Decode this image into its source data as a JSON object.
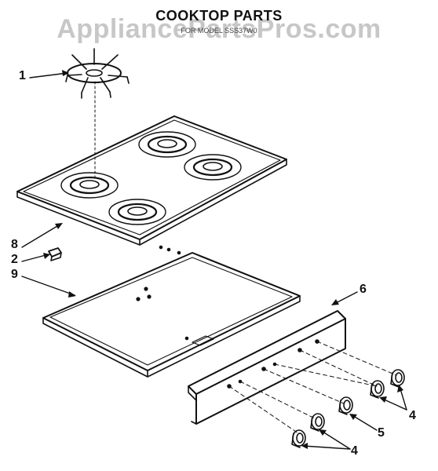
{
  "header": {
    "title": "COOKTOP PARTS",
    "subtitle": "FOR MODEL SSS37W0",
    "watermark": "AppliancePartsPros.com"
  },
  "callouts": [
    {
      "id": "1",
      "label": "1"
    },
    {
      "id": "8",
      "label": "8"
    },
    {
      "id": "2",
      "label": "2"
    },
    {
      "id": "9",
      "label": "9"
    },
    {
      "id": "6",
      "label": "6"
    },
    {
      "id": "4a",
      "label": "4"
    },
    {
      "id": "5",
      "label": "5"
    },
    {
      "id": "4b",
      "label": "4"
    }
  ],
  "colors": {
    "line": "#111111",
    "background": "#ffffff",
    "watermark": "#8c8c8c"
  }
}
